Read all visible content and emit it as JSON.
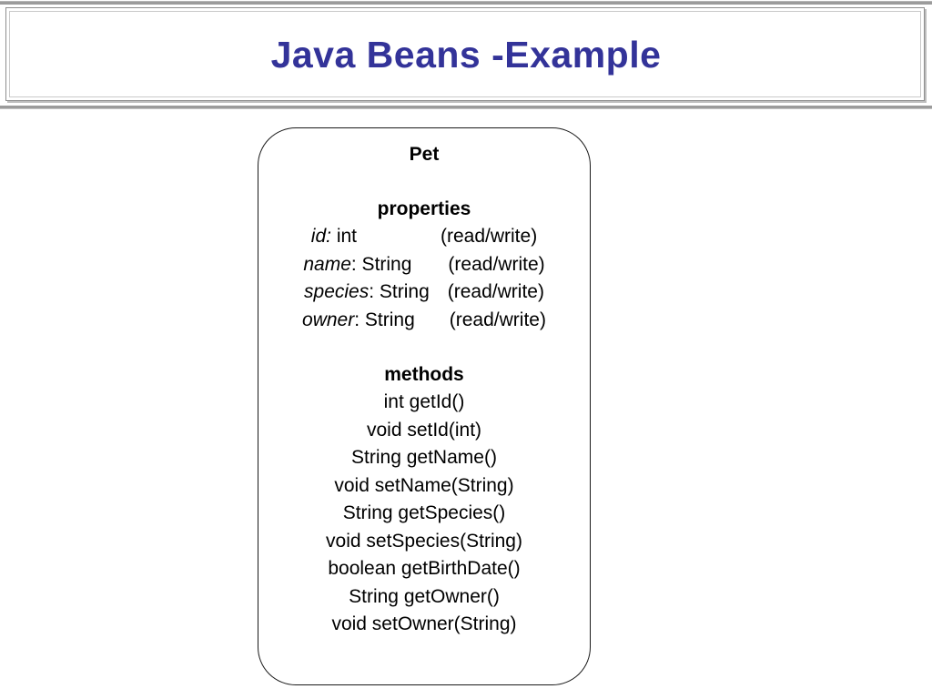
{
  "slide": {
    "title": "Java Beans -Example",
    "title_color": "#333399"
  },
  "class_box": {
    "class_name": "Pet",
    "properties_heading": "properties",
    "methods_heading": "methods",
    "properties": [
      {
        "name": "id:",
        "type": " int",
        "access": "(read/write)",
        "gap": 92
      },
      {
        "name": "name",
        "type": ": String",
        "access": "(read/write)",
        "gap": 40
      },
      {
        "name": "species",
        "type": ": String",
        "access": "(read/write)",
        "gap": 20
      },
      {
        "name": "owner",
        "type": ": String",
        "access": "(read/write)",
        "gap": 38
      }
    ],
    "methods": [
      "int getId()",
      "void setId(int)",
      "String getName()",
      "void setName(String)",
      "String getSpecies()",
      "void setSpecies(String)",
      "boolean getBirthDate()",
      "String getOwner()",
      "void setOwner(String)"
    ]
  }
}
